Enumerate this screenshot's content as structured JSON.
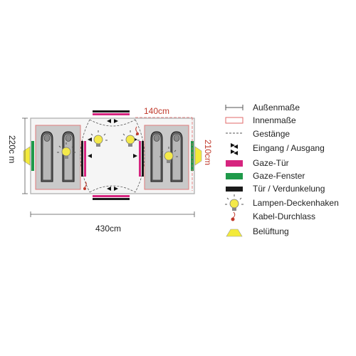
{
  "dimensions": {
    "length": "430cm",
    "width": "220c m",
    "inner_length": "140cm",
    "inner_width": "210cm"
  },
  "legend": [
    {
      "label": "Außenmaße",
      "icon": "outer-dimension-icon"
    },
    {
      "label": "Innenmaße",
      "icon": "inner-dimension-icon"
    },
    {
      "label": "Gestänge",
      "icon": "pole-icon"
    },
    {
      "label": "Eingang / Ausgang",
      "icon": "entrance-arrows-icon"
    },
    {
      "label": "Gaze-Tür",
      "icon": "mesh-door-icon"
    },
    {
      "label": "Gaze-Fenster",
      "icon": "mesh-window-icon"
    },
    {
      "label": "Tür / Verdunkelung",
      "icon": "door-blackout-icon"
    },
    {
      "label": "Lampen-Deckenhaken",
      "icon": "lamp-hook-icon"
    },
    {
      "label": "Kabel-Durchlass",
      "icon": "cable-port-icon"
    },
    {
      "label": "Belüftung",
      "icon": "ventilation-icon"
    }
  ],
  "colors": {
    "mesh_door": "#d6247f",
    "mesh_window": "#1f9a4a",
    "door": "#1a1a1a",
    "inner_dim": "#e06a6a",
    "ventilation": "#f3ea3a",
    "bedroom": "#c9c9c9",
    "dim_label": "#c0392b"
  }
}
